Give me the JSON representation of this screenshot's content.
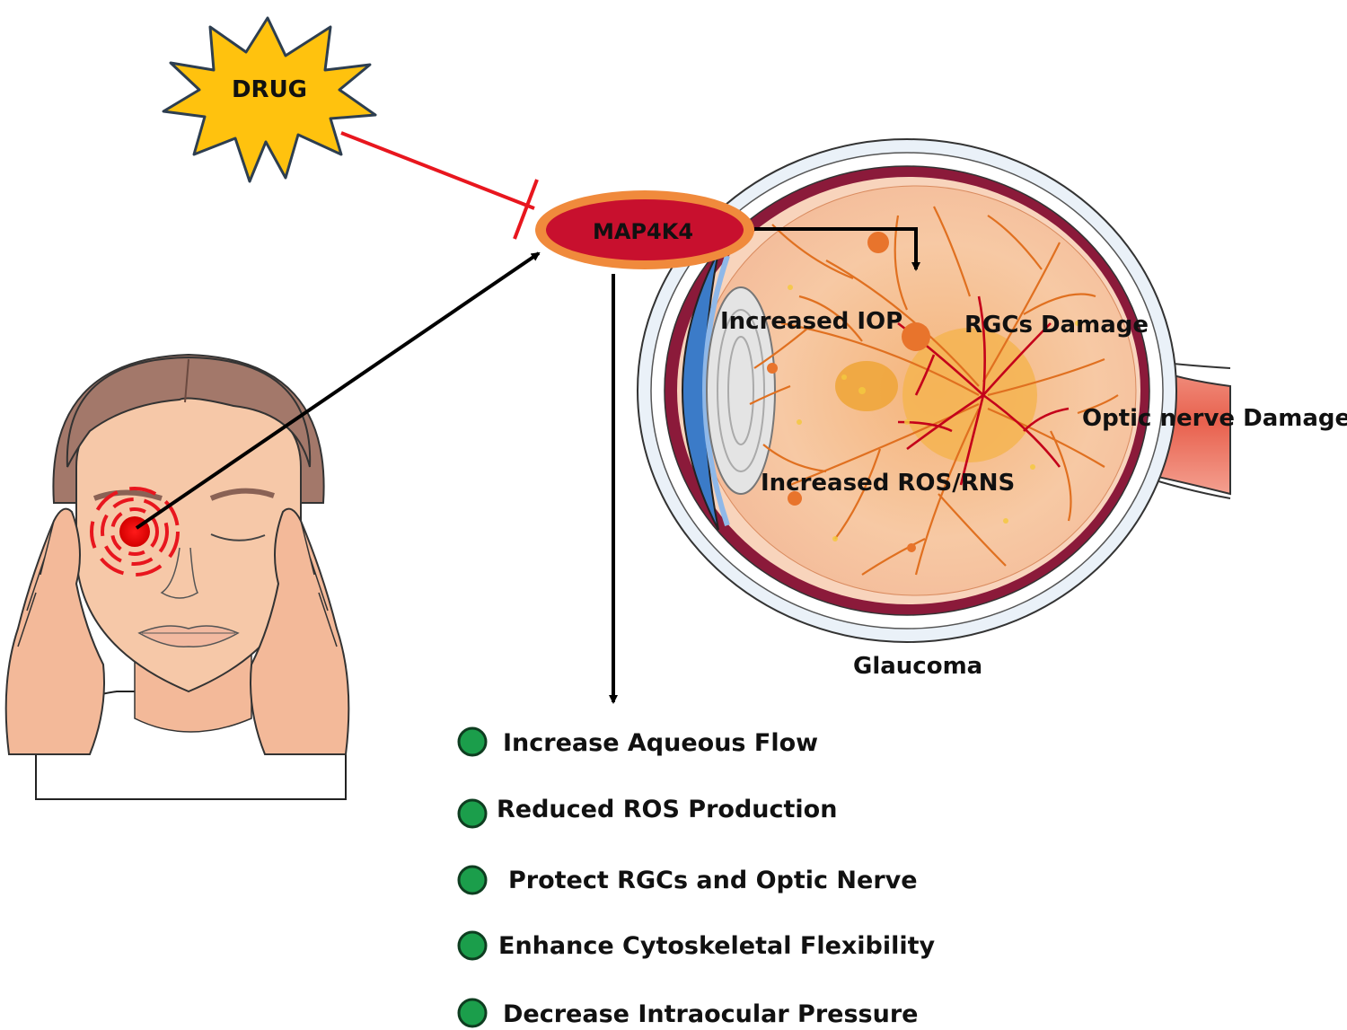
{
  "drug": {
    "label": "DRUG",
    "fill": "#ffc20e",
    "stroke": "#2d3e50"
  },
  "target": {
    "label": "MAP4K4",
    "fill": "#c8102e",
    "ring": "#f08a3c"
  },
  "inhibit_color": "#e8161e",
  "arrow_color": "#000000",
  "eye": {
    "labels": {
      "iop": "Increased IOP",
      "rgc": "RGCs Damage",
      "optic": "Optic nerve Damage",
      "ros": "Increased ROS/RNS"
    },
    "caption": "Glaucoma",
    "colors": {
      "retina": "#f6c7a3",
      "vessels": "#e07020",
      "red_vessels": "#c4001a",
      "sclera": "#8b1a3a",
      "nerve": "#e8735f"
    }
  },
  "effects": {
    "bullet_color": "#1b9e4b",
    "items": [
      "Increase Aqueous Flow",
      "Reduced ROS Production",
      "Protect RGCs and Optic Nerve",
      "Enhance Cytoskeletal Flexibility",
      "Decrease Intraocular Pressure"
    ]
  },
  "face": {
    "skin": "#f6c8a8",
    "hair": "#a3786a",
    "pain_color": "#e8161e"
  }
}
